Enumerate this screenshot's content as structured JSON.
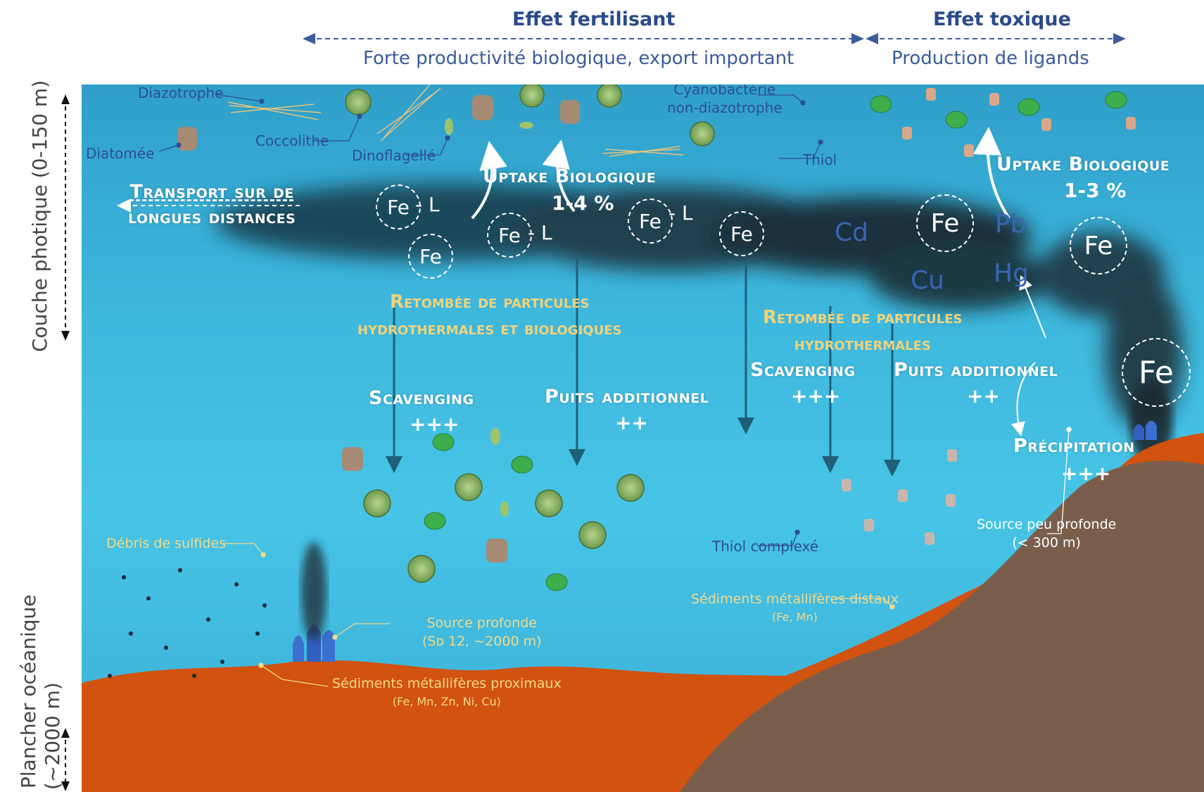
{
  "header": {
    "fertilizing_title": "Effet fertilisant",
    "fertilizing_sub": "Forte productivité biologique, export important",
    "toxic_title": "Effet toxique",
    "toxic_sub": "Production de ligands"
  },
  "side_labels": {
    "photic": "Couche photique (0-150 m)",
    "floor_line1": "Plancher océanique",
    "floor_line2": "(~2000 m)"
  },
  "organisms": {
    "diazotrophe": "Diazotrophe",
    "diatomee": "Diatomée",
    "coccolithe": "Coccolithe",
    "dinoflagelle": "Dinoflagellé",
    "cyano_line1": "Cyanobactérie",
    "cyano_line2": "non-diazotrophe",
    "thiol": "Thiol",
    "thiol_complexe": "Thiol complexé"
  },
  "processes": {
    "transport_line1": "Transport sur de",
    "transport_line2": "longues distances",
    "uptake_left": "Uptake Biologique",
    "uptake_left_pct": "1-4 %",
    "uptake_right": "Uptake Biologique",
    "uptake_right_pct": "1-3 %",
    "fallout_left_line1": "Retombée de particules",
    "fallout_left_line2": "hydrothermales et biologiques",
    "fallout_right_line1": "Retombée de particules",
    "fallout_right_line2": "hydrothermales",
    "scavenging": "Scavenging",
    "scavenging_level": "+++",
    "sink": "Puits additionnel",
    "sink_level": "++",
    "precipitation": "Précipitation",
    "precipitation_level": "+++"
  },
  "species": {
    "fe": "Fe",
    "ligand": "- L",
    "cd": "Cd",
    "cu": "Cu",
    "pb": "Pb",
    "hg": "Hg"
  },
  "seafloor": {
    "sulfides": "Débris de sulfides",
    "deep_source_line1": "Source profonde",
    "deep_source_line2": "(Sᴅ 12, ~2000 m)",
    "proximal_line1": "Sédiments métallifères proximaux",
    "proximal_line2": "(Fe, Mn, Zn, Ni, Cu)",
    "distal_line1": "Sédiments métallifères distaux",
    "distal_line2": "(Fe, Mn)",
    "shallow_line1": "Source peu profonde",
    "shallow_line2": "(< 300 m)"
  },
  "colors": {
    "ocean_top": "#2f9fca",
    "ocean_mid": "#47c4e6",
    "sediment": "#d2520f",
    "seamount": "#7a5e4b",
    "header_blue": "#2a4a8c",
    "label_yellow": "#f0d27a"
  }
}
